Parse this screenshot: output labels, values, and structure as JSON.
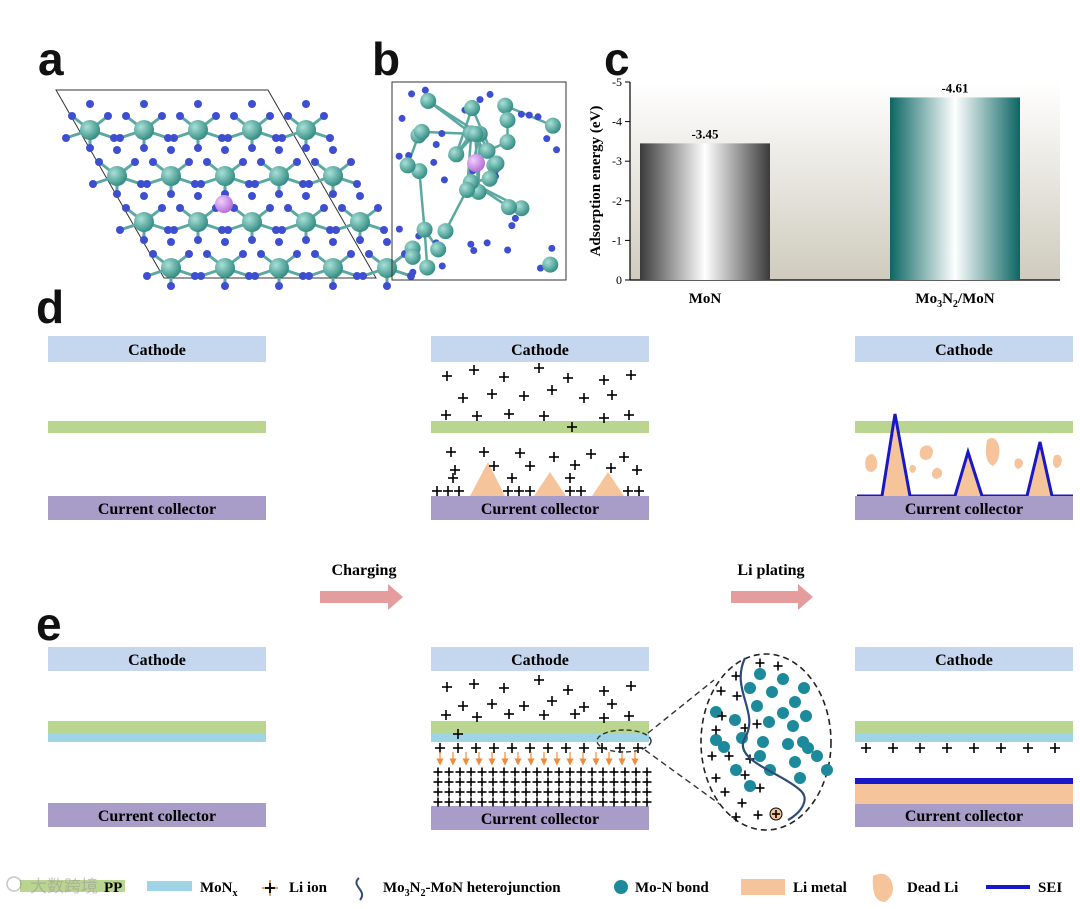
{
  "panels": {
    "a": "a",
    "b": "b",
    "c": "c",
    "d": "d",
    "e": "e"
  },
  "chart_data": {
    "type": "bar",
    "categories": [
      "MoN",
      "Mo3N2/MoN"
    ],
    "values": [
      -3.45,
      -4.61
    ],
    "value_labels": [
      "-3.45",
      "-4.61"
    ],
    "ylabel": "Adsorption energy (eV)",
    "ylim": [
      0,
      -5
    ],
    "yticks": [
      "0",
      "-1",
      "-2",
      "-3",
      "-4",
      "-5"
    ],
    "inverted_axis": true,
    "colors": [
      "#555555",
      "#0f6e6a"
    ],
    "background": "#c9c5b8"
  },
  "diagram": {
    "cathode": "Cathode",
    "collector": "Current collector",
    "arrow_charging": "Charging",
    "arrow_plating": "Li plating"
  },
  "legend": {
    "pp": "PP",
    "monx": "MoN",
    "monx_sub": "x",
    "li_ion": "Li ion",
    "hetero_a": "Mo",
    "hetero_sub3": "3",
    "hetero_b": "N",
    "hetero_sub2": "2",
    "hetero_c": "-MoN heterojunction",
    "mon_bond": "Mo-N bond",
    "li_metal": "Li metal",
    "dead_li": "Dead Li",
    "sei": "SEI"
  },
  "colors": {
    "cathode": "#c5d7ee",
    "collector": "#a89cc8",
    "pp": "#b9d58f",
    "monx": "#9fd4e6",
    "li_metal": "#f6c49b",
    "sei": "#1818c8",
    "arrow": "#e49c9c",
    "mo_atom": "#5fb8ad",
    "n_atom": "#3d4fd0",
    "li_atom": "#c98de0"
  },
  "watermark": "大数跨境"
}
